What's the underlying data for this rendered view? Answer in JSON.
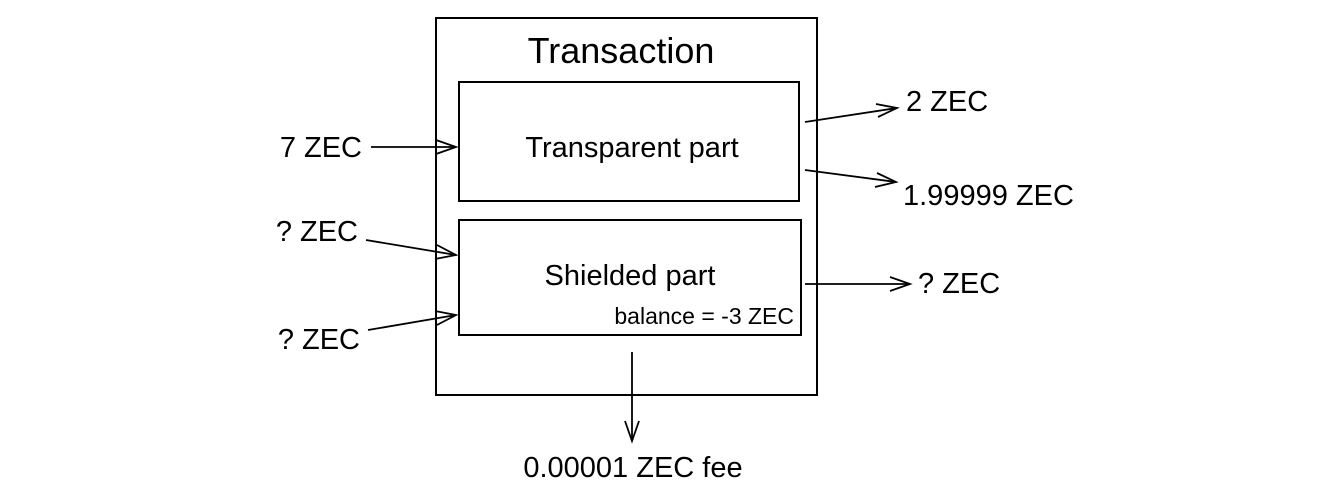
{
  "transaction": {
    "title": "Transaction",
    "transparent_part": {
      "label": "Transparent part"
    },
    "shielded_part": {
      "label": "Shielded part",
      "balance": "balance = -3 ZEC"
    }
  },
  "inputs": {
    "transparent": "7 ZEC",
    "shielded_1": "? ZEC",
    "shielded_2": "? ZEC"
  },
  "outputs": {
    "transparent_1": "2 ZEC",
    "transparent_2": "1.99999 ZEC",
    "shielded": "? ZEC"
  },
  "fee": "0.00001 ZEC fee"
}
